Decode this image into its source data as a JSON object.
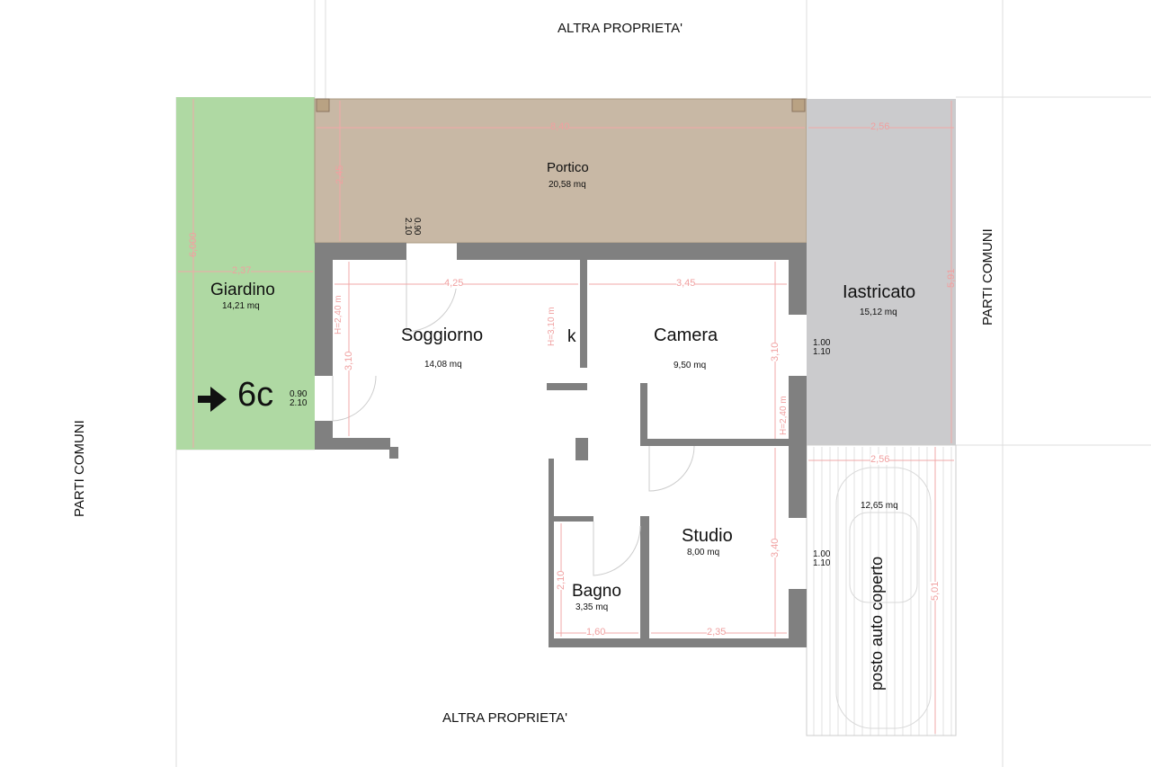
{
  "boundaries": {
    "top": "ALTRA PROPRIETA'",
    "bottom": "ALTRA PROPRIETA'",
    "left": "PARTI COMUNI",
    "right": "PARTI COMUNI"
  },
  "rooms": {
    "portico": {
      "name": "Portico",
      "area": "20,58 mq"
    },
    "giardino": {
      "name": "Giardino",
      "area": "14,21 mq"
    },
    "soggiorno": {
      "name": "Soggiorno",
      "area": "14,08 mq"
    },
    "camera": {
      "name": "Camera",
      "area": "9,50 mq"
    },
    "iastricato": {
      "name": "Iastricato",
      "area": "15,12 mq"
    },
    "studio": {
      "name": "Studio",
      "area": "8,00 mq"
    },
    "bagno": {
      "name": "Bagno",
      "area": "3,35 mq"
    },
    "posto_auto": {
      "name": "posto  auto coperto",
      "area": "12,65 mq"
    },
    "kitchen": {
      "name": "k"
    }
  },
  "unit_label": "6c",
  "openings": {
    "entry": {
      "w": "0.90",
      "h": "2.10"
    },
    "portico_door": {
      "w": "0.90",
      "h": "2.10"
    },
    "window_camera": {
      "w": "1.00",
      "h": "1.10"
    },
    "window_studio": {
      "w": "1.00",
      "h": "1.10"
    }
  },
  "dimensions": {
    "portico_w": "8,40",
    "portico_h": "2,45",
    "iastricato_w": "2,56",
    "iastricato_h": "5,91",
    "giardino_w": "2,37",
    "giardino_h": "6,000",
    "soggiorno_w": "4,25",
    "soggiorno_h": "3,10",
    "soggiorno_H": "H=2,40 m",
    "kitchen_H": "H=3,10 m",
    "camera_w": "3,45",
    "camera_h": "3,10",
    "camera_H": "H=2,40 m",
    "studio_w": "2,35",
    "studio_h": "3,40",
    "bagno_w": "1,60",
    "bagno_h": "2,10",
    "posto_w": "2,56",
    "posto_h": "5,01"
  },
  "colors": {
    "garden": "#afd9a3",
    "portico": "#c8b8a5",
    "paving": "#cbcbcd",
    "wall": "#808080",
    "dim": "#e88"
  }
}
